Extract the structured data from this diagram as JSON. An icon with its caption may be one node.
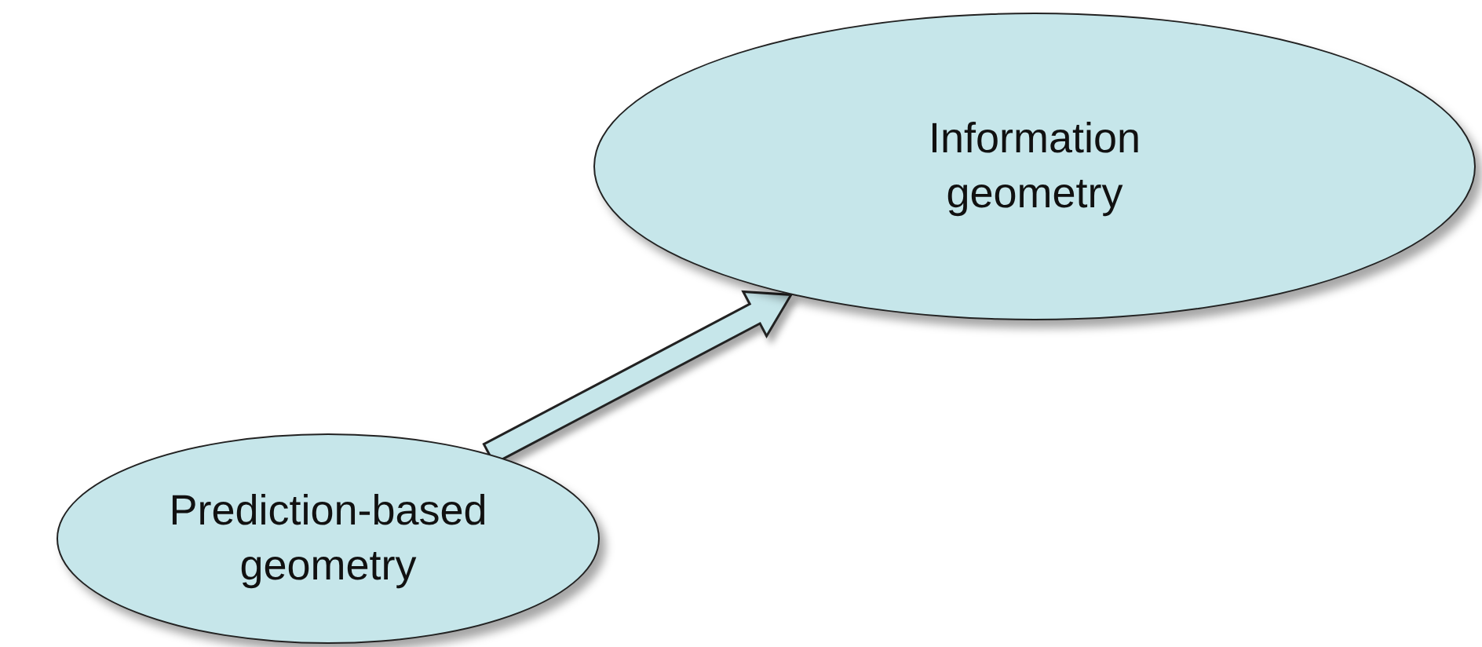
{
  "diagram": {
    "nodes": [
      {
        "text": [
          "Prediction-based geometry"
        ]
      },
      {
        "text": [
          "Information geometry"
        ]
      }
    ],
    "edges": [
      {
        "from": 0,
        "to": 1,
        "arrow": "to"
      }
    ]
  }
}
